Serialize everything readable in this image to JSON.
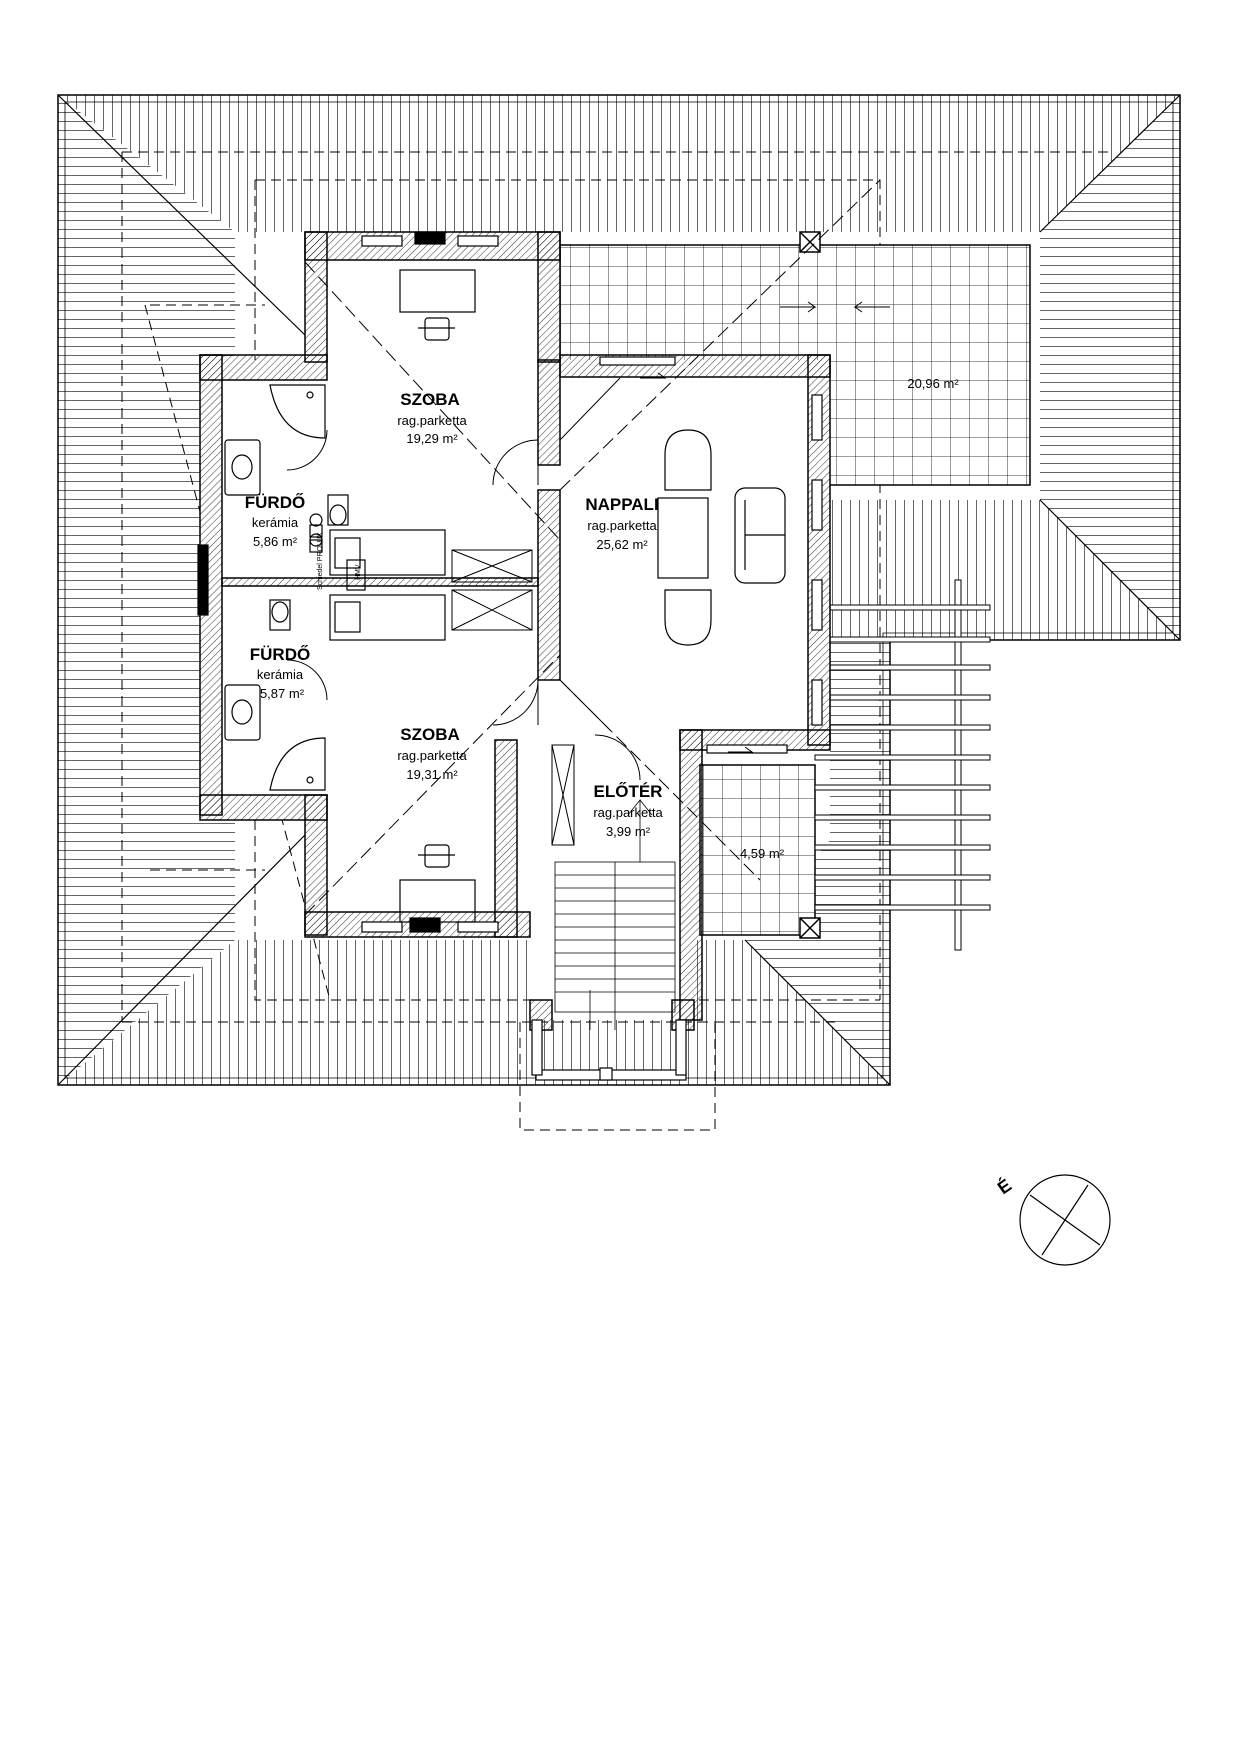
{
  "colors": {
    "ink": "#000000",
    "wall_fill": "#d9d9d9",
    "paper": "#ffffff"
  },
  "rooms": [
    {
      "id": "szoba-north",
      "name": "SZOBA",
      "floor": "rag.parketta",
      "area": "19,29 m²"
    },
    {
      "id": "furdo-north",
      "name": "FÜRDŐ",
      "floor": "kerámia",
      "area": "5,86 m²"
    },
    {
      "id": "nappali",
      "name": "NAPPALI",
      "floor": "rag.parketta",
      "area": "25,62 m²"
    },
    {
      "id": "furdo-south",
      "name": "FÜRDŐ",
      "floor": "kerámia",
      "area": "5,87 m²"
    },
    {
      "id": "szoba-south",
      "name": "SZOBA",
      "floor": "rag.parketta",
      "area": "19,31 m²"
    },
    {
      "id": "eloter",
      "name": "ELŐTÉR",
      "floor": "rag.parketta",
      "area": "3,99 m²"
    }
  ],
  "terraces": [
    {
      "id": "terrace-large",
      "area": "20,96 m²"
    },
    {
      "id": "terrace-small",
      "area": "4,59 m²"
    }
  ],
  "equipment": {
    "boiler_label": "Schiedel PROLUX",
    "tank_label": "HMV"
  },
  "compass": {
    "north_label": "É"
  }
}
